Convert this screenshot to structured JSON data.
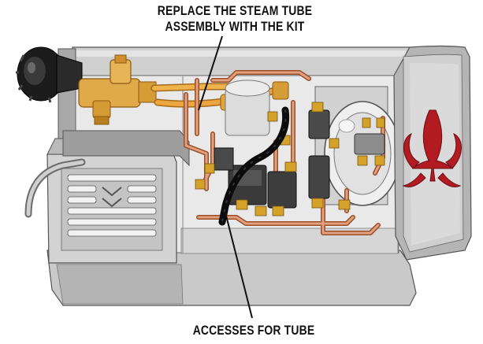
{
  "callouts": {
    "top": {
      "line1": "REPLACE THE STEAM TUBE",
      "line2": "ASSEMBLY WITH THE KIT"
    },
    "bottom": {
      "label": "ACCESSES FOR TUBE"
    }
  },
  "colors": {
    "body_metal": "#bdbdbd",
    "panel_light": "#d8d8d8",
    "frame_dark": "#8a8a8a",
    "copper_pipe": "#d98a5e",
    "brass": "#d4a22a",
    "steam_tube_highlight": "#e8a540",
    "black_tube": "#111111",
    "fleur_de_lis": "#b31b22",
    "leader_line": "#111111"
  },
  "icons": [
    "fleur-de-lis-emblem",
    "steam-knob",
    "valve-assembly",
    "boiler-cylinder"
  ]
}
